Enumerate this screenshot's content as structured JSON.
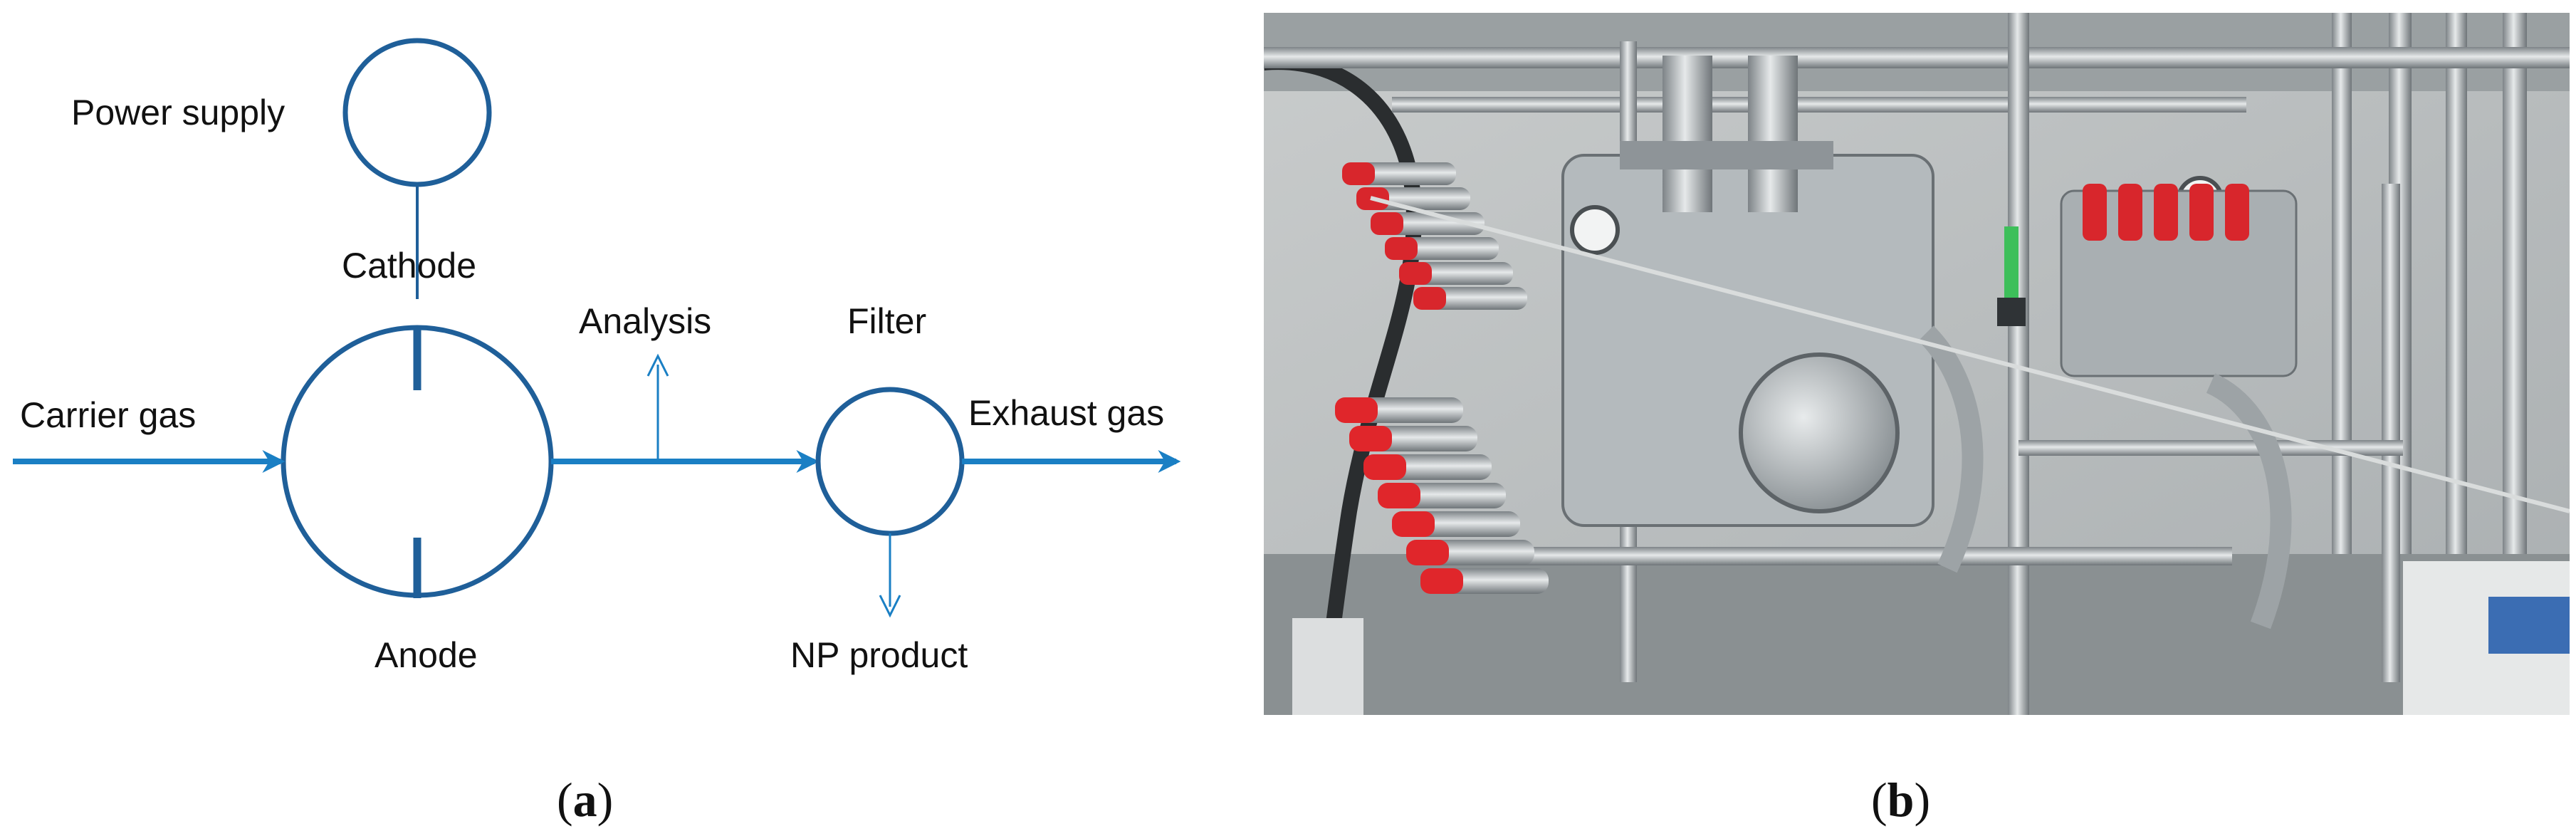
{
  "panel_a": {
    "labels": {
      "power_supply": "Power supply",
      "cathode": "Cathode",
      "anode": "Anode",
      "carrier_gas": "Carrier gas",
      "analysis": "Analysis",
      "filter": "Filter",
      "exhaust_gas": "Exhaust gas",
      "np_product": "NP product"
    },
    "caption": {
      "open": "(",
      "letter": "a",
      "close": ")"
    },
    "line_color": "#1f5f99",
    "flow_color": "#1a7fc4"
  },
  "panel_b": {
    "caption": {
      "open": "(",
      "letter": "b",
      "close": ")"
    }
  }
}
